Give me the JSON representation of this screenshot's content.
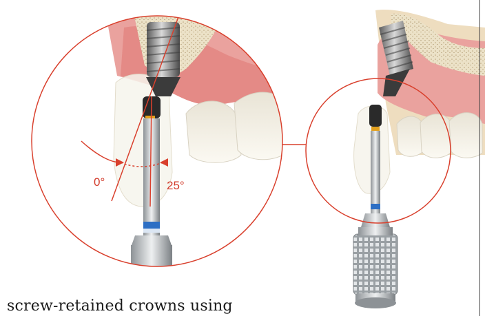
{
  "figure": {
    "angle_labels": [
      "0°",
      "25°"
    ],
    "colors": {
      "guide_line": "#d9402d",
      "gum": "#e99b98",
      "gum_dark": "#d87570",
      "bone": "#e8dcc0",
      "tooth": "#f3f0e6",
      "implant": "#6d6d6d",
      "shaft": "#c9cdd0",
      "band_blue": "#2d6fc4",
      "band_gold": "#e2a01e"
    }
  },
  "caption": "screw-retained crowns using"
}
